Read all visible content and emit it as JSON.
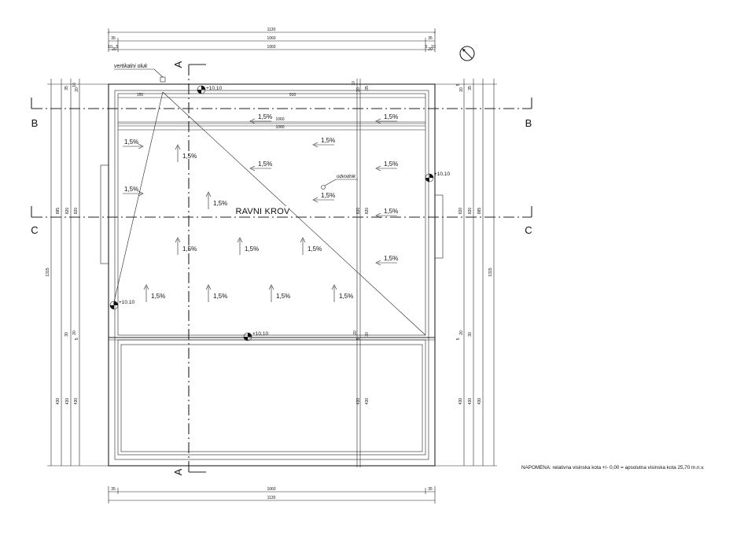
{
  "drawing": {
    "roof_label": "RAVNI KROV",
    "gutter_label": "vertikalni oluk",
    "drain_label": "odvodnik",
    "note": "NAPOMENA: relativna visinska kota  +/- 0,00 = apsolutna visinska kota 25,70 m.n.v.",
    "section_labels": {
      "a_top": "A",
      "a_bottom": "A",
      "b_left": "B",
      "b_right": "B",
      "c_left": "C",
      "c_right": "C"
    },
    "elevation_marks": [
      "+10,10",
      "+10,10",
      "+10,10",
      "+10,10"
    ],
    "slope_labels": [
      "1,5%",
      "1,5%",
      "1,5%",
      "1,5%",
      "1,5%",
      "1,5%",
      "1,5%",
      "1,5%",
      "1,5%",
      "1,5%",
      "1,5%",
      "1,5%",
      "1,5%",
      "1,5%",
      "1,5%",
      "1,5%",
      "1,5%",
      "1,5%",
      "1,5%"
    ],
    "dimensions": {
      "top_total": "1130",
      "top_row2": [
        "35",
        "1060",
        "35"
      ],
      "top_row3": [
        "10",
        "20",
        "5",
        "1060",
        "5",
        "20",
        "10"
      ],
      "inner_row1": [
        "150",
        "910"
      ],
      "inner_row2": "1060",
      "inner_row3": "1060",
      "bottom_row1": [
        "35",
        "1060",
        "35"
      ],
      "bottom_total": "1130",
      "left_stack_top": [
        "10",
        "20",
        "35"
      ],
      "left_mid": [
        "885",
        "820",
        "820"
      ],
      "left_total": "1315",
      "left_stack_mid": [
        "30",
        "20",
        "5"
      ],
      "left_bottom": [
        "430",
        "430",
        "430"
      ],
      "right_stack_top": [
        "5",
        "20",
        "35"
      ],
      "right_mid": [
        "820",
        "820",
        "885"
      ],
      "right_total": "1315",
      "right_stack_mid": [
        "5",
        "20",
        "30"
      ],
      "right_bottom": [
        "430",
        "430",
        "430"
      ],
      "inner_v_top": [
        "10",
        "20",
        "35"
      ],
      "inner_v_mid": [
        "820",
        "820"
      ],
      "inner_v_bottom": [
        "20",
        "5",
        "30"
      ],
      "inner_v_low": [
        "430",
        "430"
      ]
    }
  }
}
